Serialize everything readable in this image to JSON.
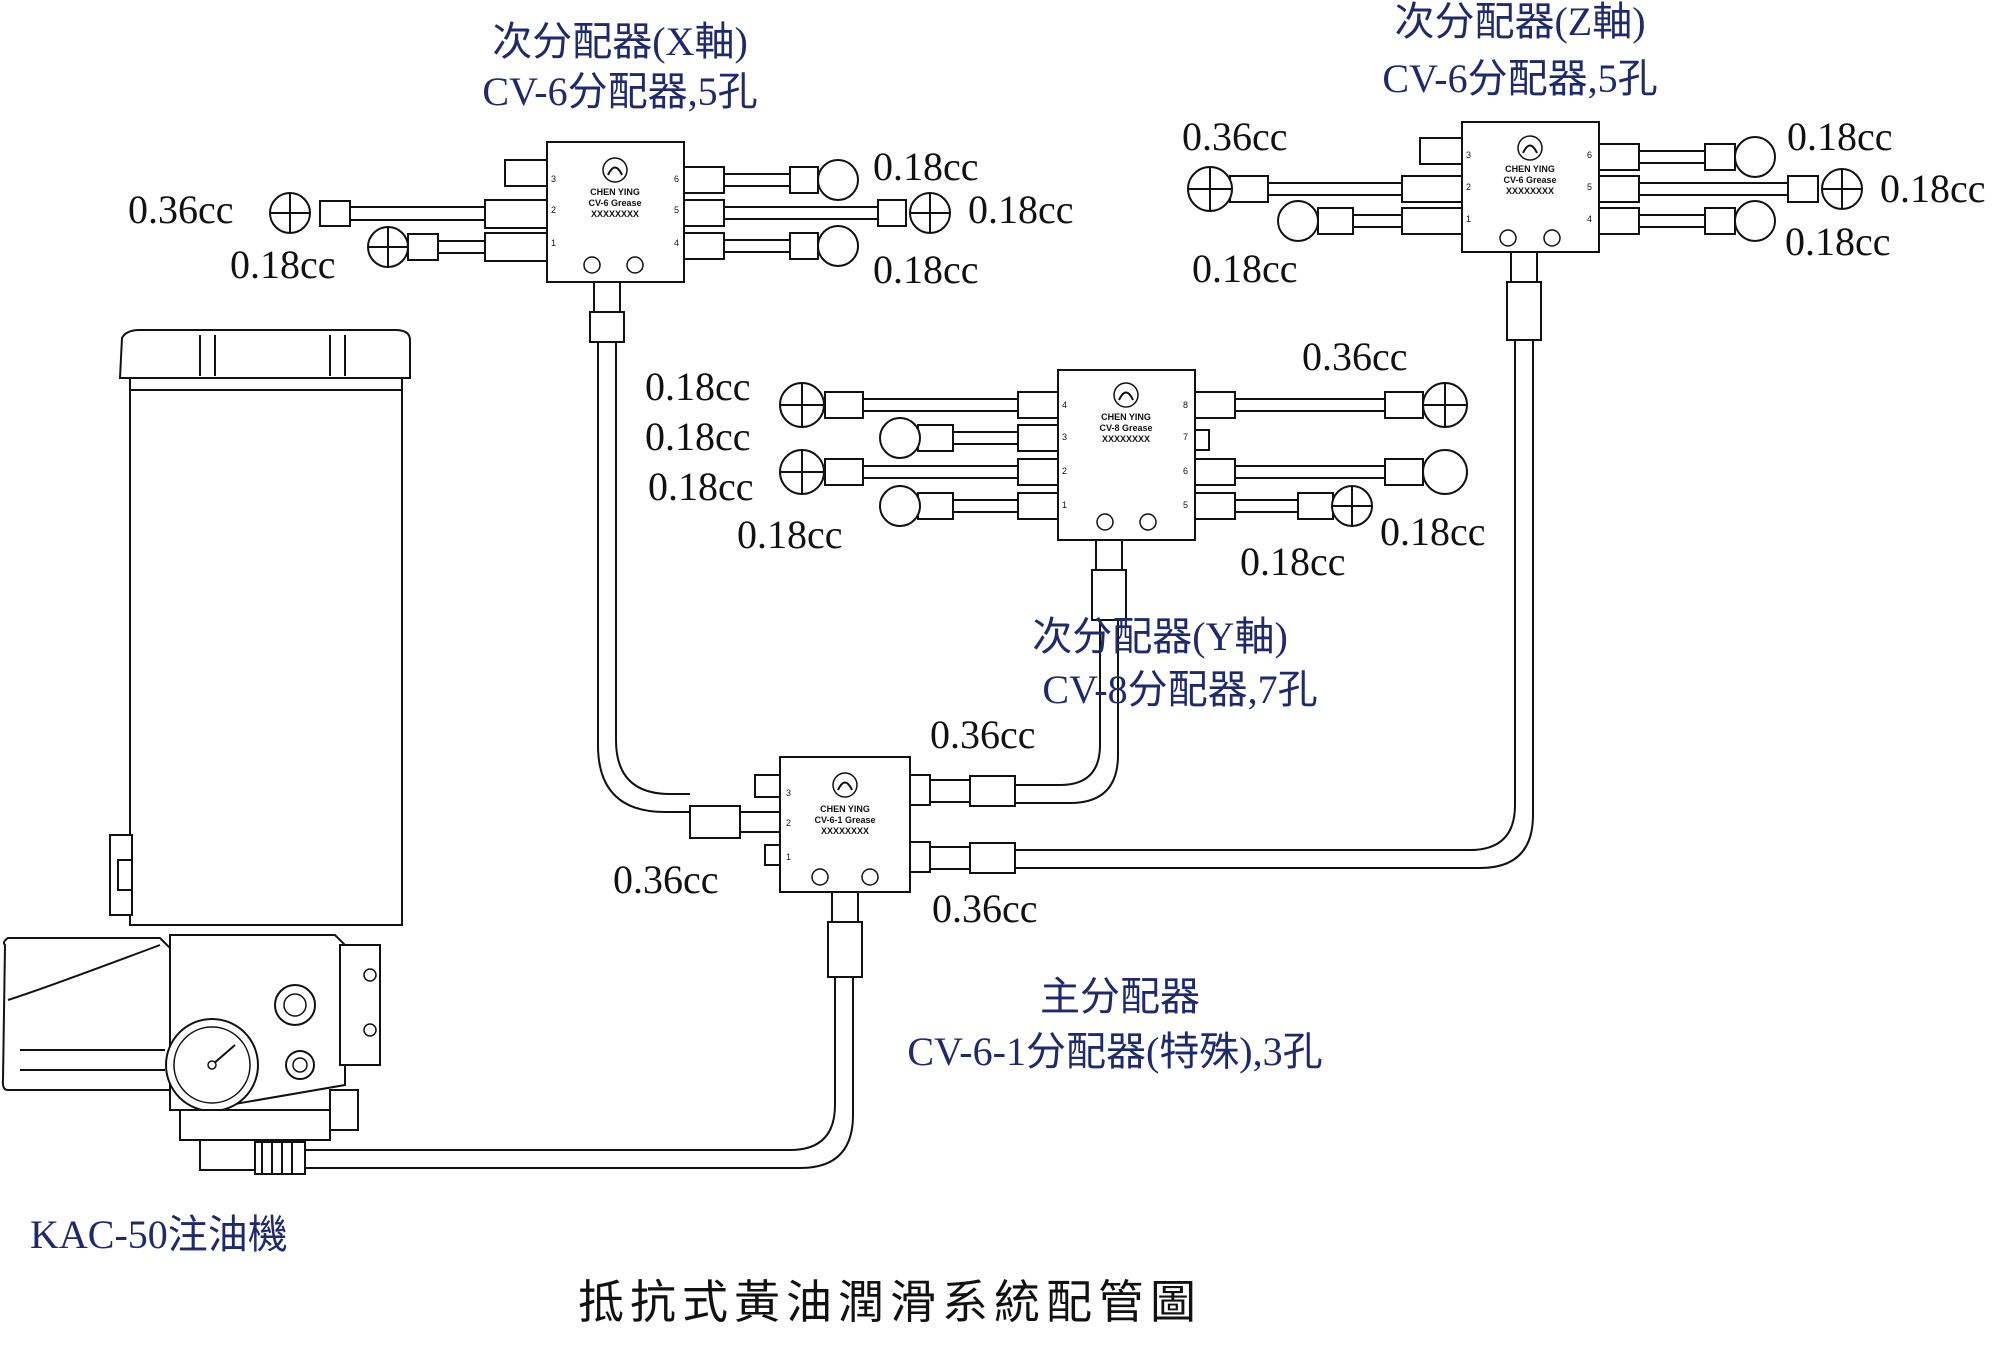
{
  "title": "抵抗式黃油潤滑系統配管圖",
  "pump": {
    "label": "KAC-50注油機"
  },
  "main_distributor": {
    "label_line1": "主分配器",
    "label_line2": "CV-6-1分配器(特殊),3孔",
    "brand": "CHEN YING",
    "model": "CV-6-1  Grease",
    "serial": "XXXXXXXX",
    "outputs": {
      "top_right": "0.36cc",
      "left": "0.36cc",
      "bottom_right": "0.36cc"
    }
  },
  "x_distributor": {
    "label_line1": "次分配器(X軸)",
    "label_line2": "CV-6分配器,5孔",
    "brand": "CHEN YING",
    "model": "CV-6  Grease",
    "serial": "XXXXXXXX",
    "outputs": {
      "left_upper": "0.36cc",
      "left_lower": "0.18cc",
      "right_top": "0.18cc",
      "right_mid": "0.18cc",
      "right_bottom": "0.18cc"
    }
  },
  "y_distributor": {
    "label_line1": "次分配器(Y軸)",
    "label_line2": "CV-8分配器,7孔",
    "brand": "CHEN YING",
    "model": "CV-8  Grease",
    "serial": "XXXXXXXX",
    "outputs": {
      "left_1": "0.18cc",
      "left_2": "0.18cc",
      "left_3": "0.18cc",
      "left_4": "0.18cc",
      "right_top": "0.36cc",
      "right_bottom_a": "0.18cc",
      "right_bottom_b": "0.18cc"
    }
  },
  "z_distributor": {
    "label_line1": "次分配器(Z軸)",
    "label_line2": "CV-6分配器,5孔",
    "brand": "CHEN YING",
    "model": "CV-6  Grease",
    "serial": "XXXXXXXX",
    "outputs": {
      "left_upper": "0.36cc",
      "left_lower": "0.18cc",
      "right_top": "0.18cc",
      "right_mid": "0.18cc",
      "right_bottom": "0.18cc"
    }
  },
  "port_numbers": [
    "1",
    "2",
    "3",
    "4",
    "5",
    "6",
    "7",
    "8"
  ],
  "colors": {
    "label_blue": "#1f2a6b",
    "label_black": "#111111",
    "line": "#111111"
  }
}
